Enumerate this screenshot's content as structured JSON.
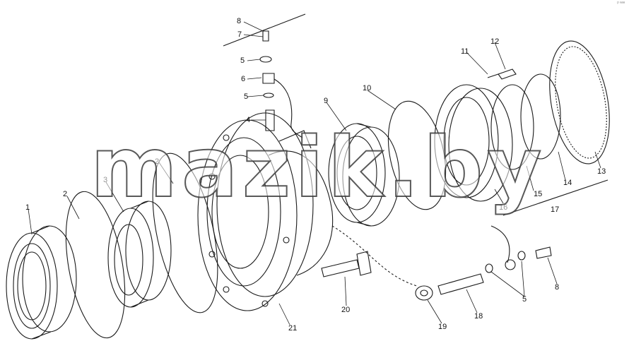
{
  "watermark": "mazik.by",
  "corner_mark": "ᵖ ᵃᵃᵃ",
  "callouts": {
    "c1": "1",
    "c2a": "2",
    "c2b": "2",
    "c3": "3",
    "c4": "4",
    "c5a": "5",
    "c5b": "5",
    "c5c": "5",
    "c6": "6",
    "c7": "7",
    "c8a": "8",
    "c8b": "8",
    "c9": "9",
    "c10": "10",
    "c11": "11",
    "c12": "12",
    "c13": "13",
    "c14": "14",
    "c15": "15",
    "c16": "16",
    "c17": "17",
    "c18": "18",
    "c19": "19",
    "c20": "20",
    "c21": "21"
  },
  "colors": {
    "line": "#1a1a1a",
    "paper": "#ffffff"
  }
}
